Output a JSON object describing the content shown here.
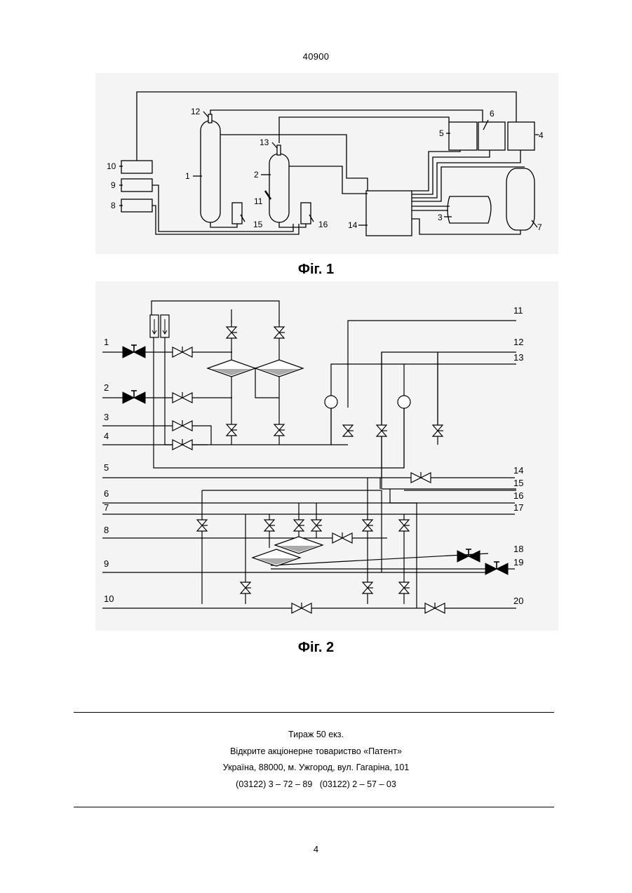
{
  "header": {
    "page_number": "40900"
  },
  "figure1": {
    "caption": "Фіг. 1",
    "labels": [
      "1",
      "2",
      "3",
      "4",
      "5",
      "6",
      "7",
      "8",
      "9",
      "10",
      "11",
      "12",
      "13",
      "14",
      "15",
      "16"
    ]
  },
  "figure2": {
    "caption": "Фіг. 2",
    "left_labels": [
      "1",
      "2",
      "3",
      "4",
      "5",
      "6",
      "7",
      "8",
      "9",
      "10"
    ],
    "right_labels": [
      "11",
      "12",
      "13",
      "14",
      "15",
      "16",
      "17",
      "18",
      "19",
      "20"
    ]
  },
  "imprint": {
    "circulation": "Тираж 50 екз.",
    "publisher": "Відкрите акціонерне товариство «Патент»",
    "address": "Україна, 88000, м. Ужгород, вул. Гагаріна, 101",
    "phones": "(03122) 3 – 72 – 89   (03122) 2 – 57 – 03"
  },
  "footer": {
    "page_number": "4"
  }
}
